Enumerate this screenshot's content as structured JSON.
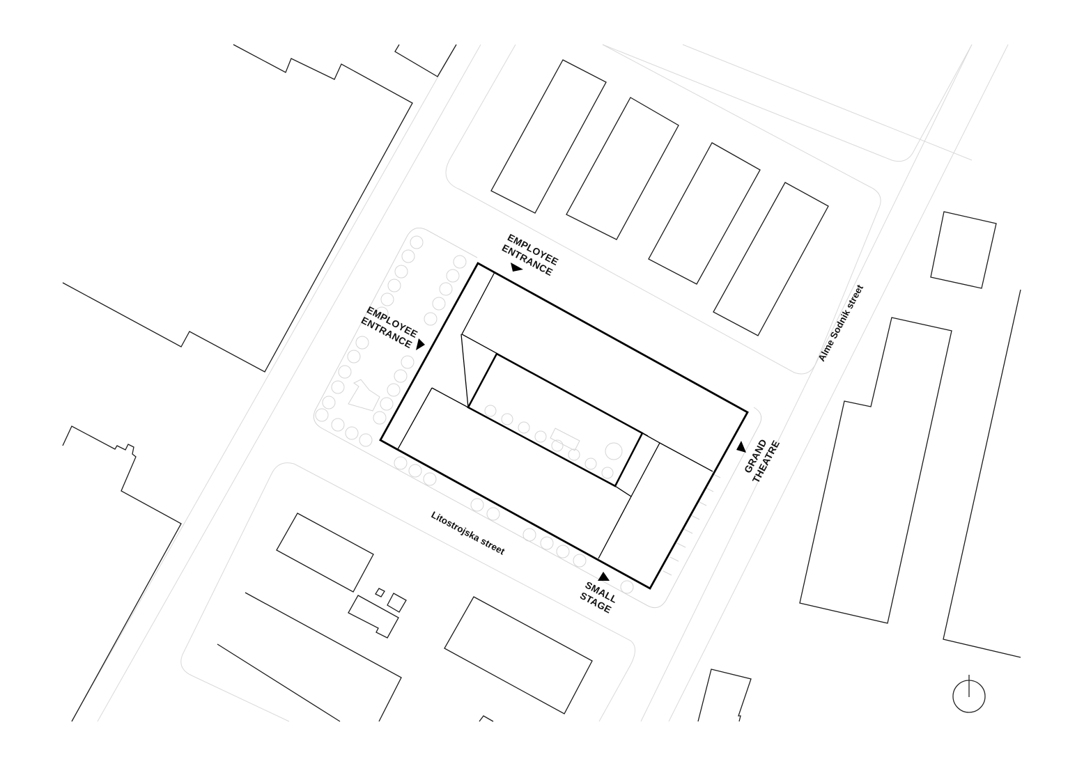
{
  "plan": {
    "type": "site plan",
    "colors": {
      "building_outline": "#000000",
      "context": "#1a1a1a",
      "road": "#d9d9d9",
      "landscape": "#d4d4d4",
      "background": "#ffffff"
    }
  },
  "labels": {
    "employee_entrance_north": {
      "line1": "EMPLOYEE",
      "line2": "ENTRANCE"
    },
    "employee_entrance_west": {
      "line1": "EMPLOYEE",
      "line2": "ENTRANCE"
    },
    "grand_theatre": {
      "line1": "GRAND",
      "line2": "THEATRE"
    },
    "small_stage": {
      "line1": "SMALL",
      "line2": "STAGE"
    }
  },
  "streets": {
    "east": "Alme Sodnik street",
    "south": "Litostrojska street"
  },
  "icons": {
    "north_arrow": "north-arrow-icon",
    "entrance_marker": "triangle-arrow-icon"
  }
}
